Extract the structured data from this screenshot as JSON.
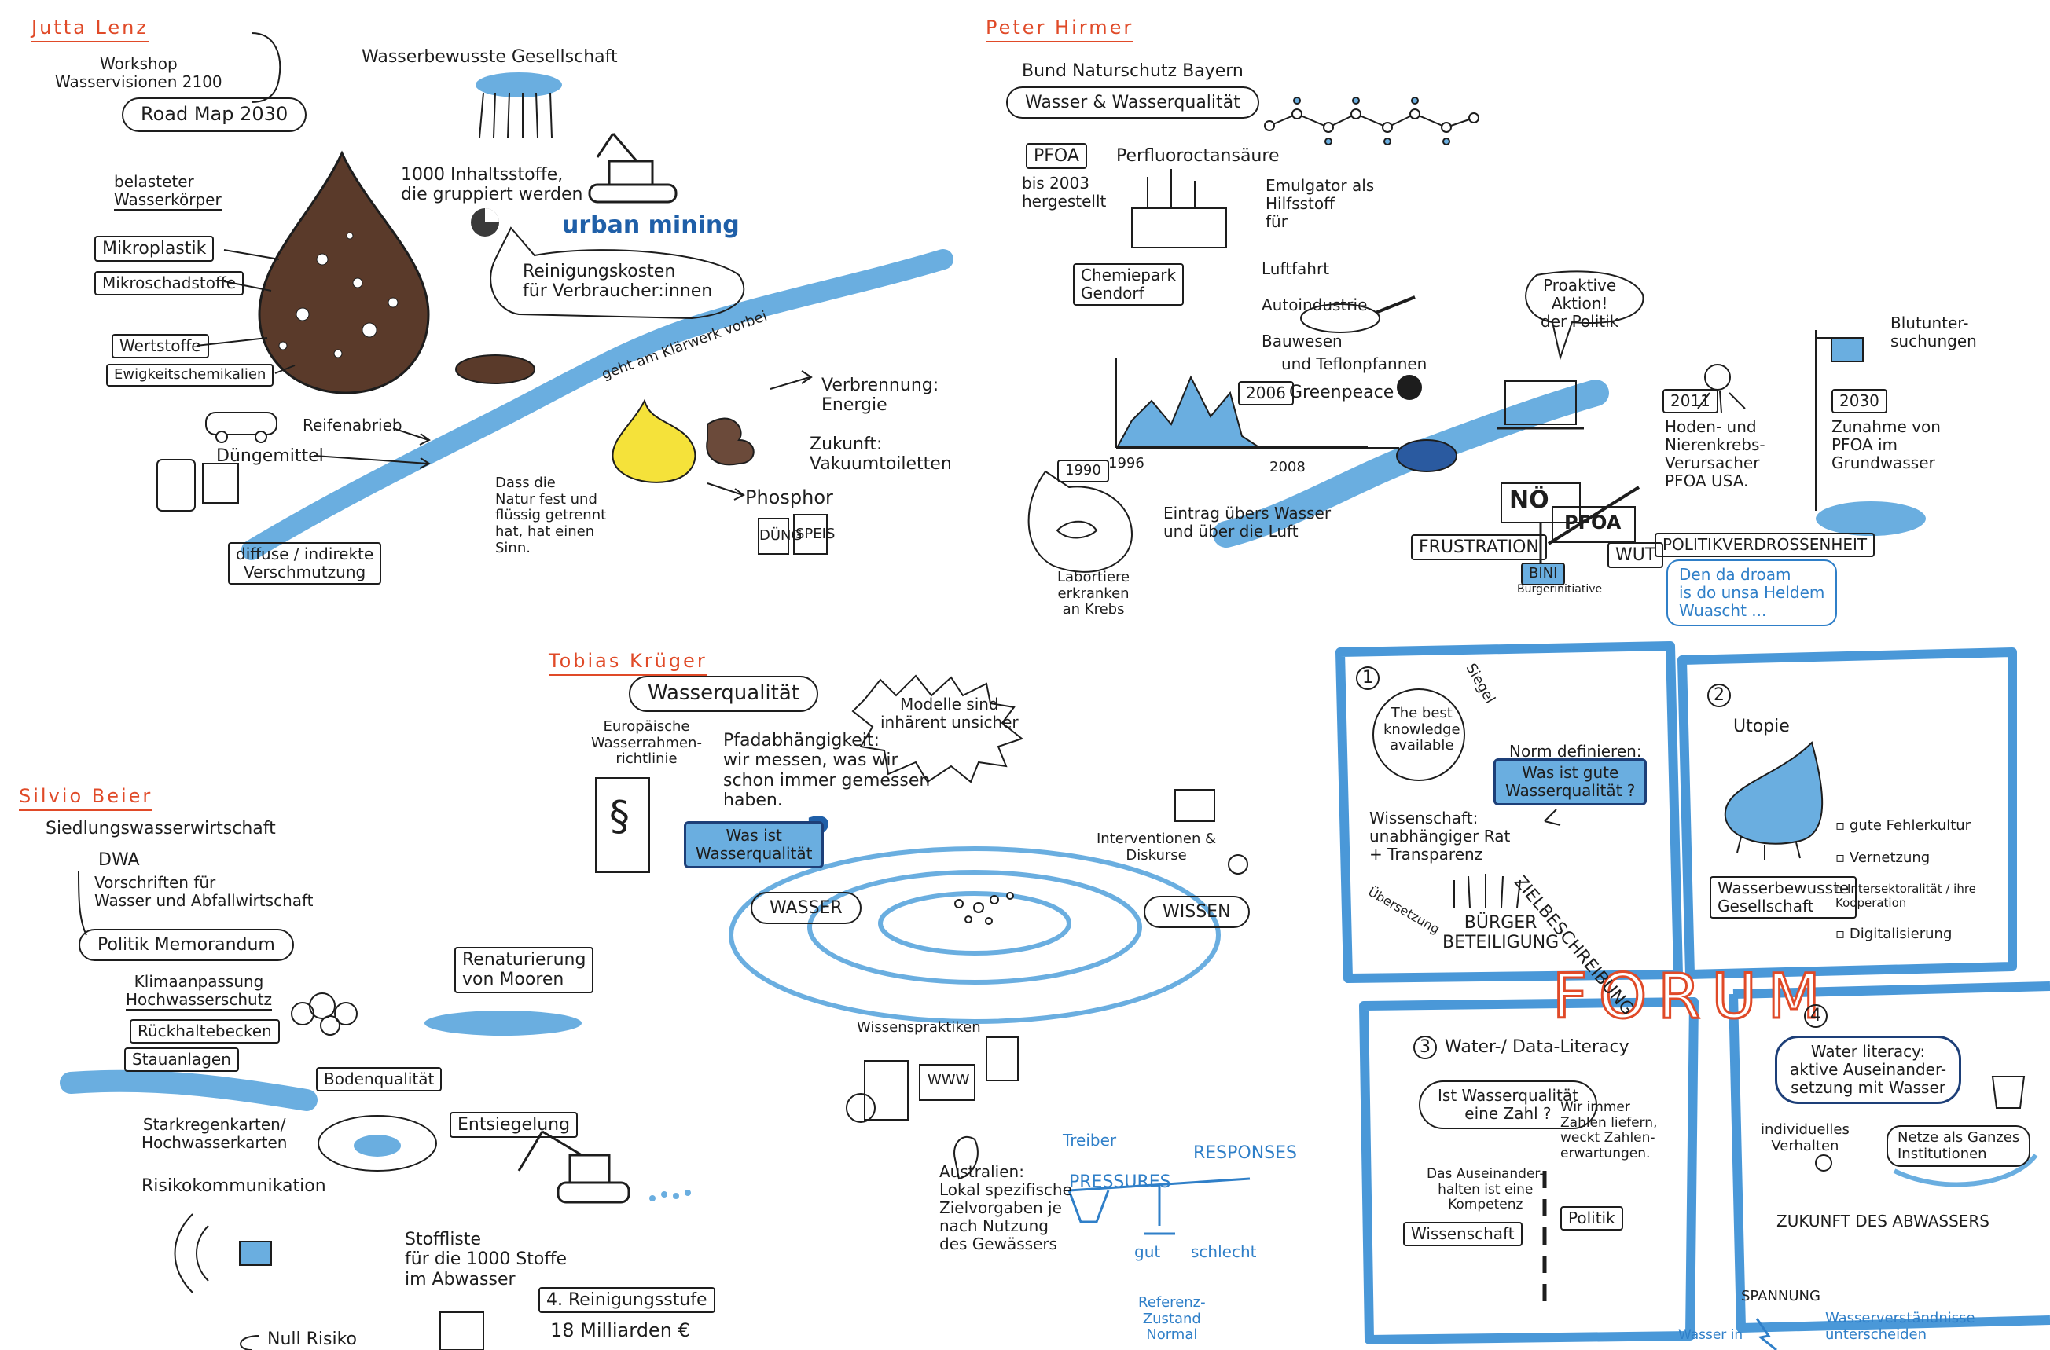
{
  "colors": {
    "accent_red": "#e04a28",
    "water_blue": "#6aaee0",
    "frame_blue": "#4a98d8",
    "ink": "#1d1d1d",
    "drop_brown": "#5a3a2a",
    "yellow": "#f5e23a"
  },
  "panels": {
    "lenz": {
      "name": "Jutta Lenz",
      "workshop": "Workshop\nWasservisionen 2100",
      "roadmap": "Road Map  2030",
      "gesellschaft": "Wasserbewusste Gesellschaft",
      "belasteter": "belasteter\nWasserkörper",
      "mikroplastik": "Mikroplastik",
      "mikroschad": "Mikroschadstoffe",
      "wertstoffe": "Wertstoffe",
      "ewigkeit": "Ewigkeitschemikalien",
      "inhaltsstoffe": "1000 Inhaltsstoffe,\ndie gruppiert werden",
      "urban_mining": "urban mining",
      "reinigung": "Reinigungskosten\nfür  Verbraucher:innen",
      "river_note": "geht am Klärwerk vorbei",
      "reifenabrieb": "Reifenabrieb",
      "duengemittel": "Düngemittel",
      "diffuse": "diffuse / indirekte\nVerschmutzung",
      "dass": "Dass die\nNatur fest und\nflüssig getrennt\nhat, hat einen\nSinn.",
      "verbrennung": "Verbrennung:\nEnergie",
      "zukunft": "Zukunft:\nVakuumtoiletten",
      "phosphor": "Phosphor",
      "dung": "DÜNG",
      "speis": "SPEIS"
    },
    "hirmer": {
      "name": "Peter Hirmer",
      "bund": "Bund Naturschutz Bayern",
      "wasser": "Wasser & Wasserqualität",
      "pfoa": "PFOA",
      "pfoa_full": "Perfluoroctansäure",
      "bis": "bis 2003\nhergestellt",
      "chemie": "Chemiepark\nGendorf",
      "emulgator": "Emulgator als\nHilfsstoff\nfür",
      "list": [
        "Luftfahrt",
        "Autoindustrie",
        "Bauwesen"
      ],
      "proaktiv": "Proaktive\nAktion!\nder Politik",
      "teflon": "und Teflonpfannen",
      "greenpeace": "Greenpeace",
      "y2006": "2006",
      "y1990": "1990",
      "y1996": "1996",
      "y2008": "2008",
      "eintrag": "Eintrag übers Wasser\nund über die Luft",
      "labortiere": "Labortiere\nerkranken\nan Krebs",
      "nö": "NÖ",
      "pfoa2": "PFOA",
      "frustration": "FRUSTRATION",
      "wut": "WUT",
      "bini": "BINI",
      "buerger": "Bürgerinitiative",
      "politik": "POLITIKVERDROSSENHEIT",
      "dadroam": "Den da droam\nis do unsa Heldem\nWuascht ...",
      "y2011": "2011",
      "hoden": "Hoden- und\nNierenkrebs-\nVerursacher\nPFOA  USA.",
      "y2030": "2030",
      "zunahme": "Zunahme  von\nPFOA  im\nGrundwasser",
      "blut": "Blutunter-\nsuchungen"
    },
    "krueger": {
      "name": "Tobias Krüger",
      "wq": "Wasserqualität",
      "europa": "Europäische\nWasserrahmen-\nrichtlinie",
      "pfad": "Pfadabhängigkeit:\nwir messen, was wir\nschon immer gemessen\nhaben.",
      "wasistwq": "Was ist\nWasserqualität",
      "modelle": "Modelle sind\ninhärent unsicher",
      "wasser": "WASSER",
      "wissen": "WISSEN",
      "interventionen": "Interventionen &\nDiskurse",
      "praktiken": "Wissenspraktiken",
      "www": "WWW",
      "australien": "Australien:\nLokal spezifische\nZielvorgaben je\nnach Nutzung\ndes Gewässers",
      "treiber": "Treiber",
      "pressures": "PRESSURES",
      "responses": "RESPONSES",
      "gut": "gut",
      "schlecht": "schlecht",
      "referenz": "Referenz-\nZustand\nNormal"
    },
    "beier": {
      "name": "Silvio Beier",
      "siedlung": "Siedlungswasserwirtschaft",
      "dwa": "DWA",
      "vorschriften": "Vorschriften für\nWasser und Abfallwirtschaft",
      "politik": "Politik Memorandum",
      "klima": "Klimaanpassung\nHochwasserschutz",
      "rueckhalte": "Rückhaltebecken",
      "stauanlagen": "Stauanlagen",
      "boden": "Bodenqualität",
      "renaturierung": "Renaturierung\nvon Mooren",
      "starkregen": "Starkregenkarten/\nHochwasserkarten",
      "entsiegelung": "Entsiegelung",
      "risiko": "Risikokommunikation",
      "stoffliste": "Stoffliste\nfür die 1000 Stoffe\nim Abwasser",
      "reinigungsstufe": "4. Reinigungsstufe",
      "milliarden": "18 Milliarden €",
      "null": "Null Risiko"
    },
    "forum": {
      "title": "FORUM",
      "n1": "1",
      "siegel": "Siegel",
      "best": "The best\nknowledge\navailable",
      "norm": "Norm definieren:",
      "wasistgute": "Was ist gute\nWasserqualität ?",
      "wissenschaft": "Wissenschaft:\nunabhängiger Rat\n+ Transparenz",
      "uebersetzung": "Übersetzung",
      "buergerbet": "BÜRGER\nBETEILIGUNG",
      "ziel": "ZIELBESCHREIBUNG",
      "n2": "2",
      "utopie": "Utopie",
      "list2": [
        "gute Fehlerkultur",
        "Vernetzung",
        "Intersektoralität / ihre Kooperation",
        "Digitalisierung"
      ],
      "wbg": "Wasserbewusste\nGesellschaft",
      "n3": "3",
      "literacy": "Water-/ Data-Literacy",
      "zahl": "Ist Wasserqualität\neine Zahl ?",
      "wirimmer": "Wir immer\nZahlen liefern,\nweckt Zahlen-\nerwartungen.",
      "auseinander": "Das Auseinander-\nhalten ist eine\nKompetenz",
      "wiss2": "Wissenschaft",
      "politik2": "Politik",
      "n4": "4",
      "waterlit": "Water literacy:\naktive Auseinander-\nsetzung mit Wasser",
      "individuell": "individuelles\nVerhalten",
      "netze": "Netze als Ganzes\nInstitutionen",
      "zukunft": "ZUKUNFT DES ABWASSERS",
      "spannung": "SPANNUNG",
      "wasserin": "Wasser in",
      "verstaendnisse": "Wasserverständnisse\nunterscheiden"
    }
  }
}
